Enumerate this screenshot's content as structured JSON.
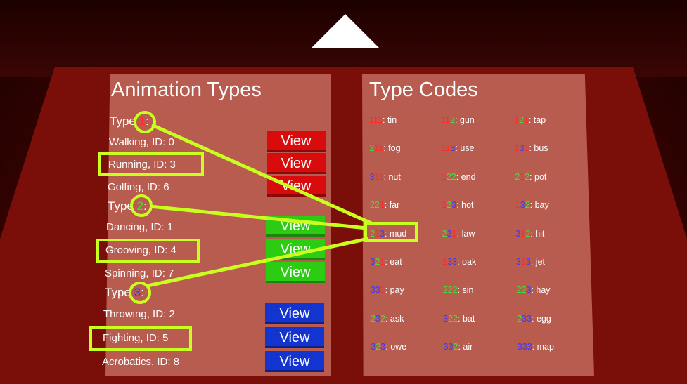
{
  "animation_panel": {
    "title": "Animation Types",
    "groups": [
      {
        "type_prefix": "Type ",
        "type_num": "1",
        "type_suffix": ":",
        "color": "red",
        "items": [
          {
            "label": "Walking, ID: 0",
            "button": "View"
          },
          {
            "label": "Running, ID: 3",
            "button": "View"
          },
          {
            "label": "Golfing, ID: 6",
            "button": "View"
          }
        ]
      },
      {
        "type_prefix": "Type ",
        "type_num": "2",
        "type_suffix": ":",
        "color": "green",
        "items": [
          {
            "label": "Dancing, ID: 1",
            "button": "View"
          },
          {
            "label": "Grooving, ID: 4",
            "button": "View"
          },
          {
            "label": "Spinning, ID: 7",
            "button": "View"
          }
        ]
      },
      {
        "type_prefix": "Type ",
        "type_num": "3",
        "type_suffix": ":",
        "color": "blue",
        "items": [
          {
            "label": "Throwing, ID: 2",
            "button": "View"
          },
          {
            "label": "Fighting, ID: 5",
            "button": "View"
          },
          {
            "label": "Acrobatics, ID: 8",
            "button": "View"
          }
        ]
      }
    ]
  },
  "codes_panel": {
    "title": "Type Codes",
    "codes": [
      {
        "digits": "111",
        "word": "tin"
      },
      {
        "digits": "112",
        "word": "gun"
      },
      {
        "digits": "121",
        "word": "tap"
      },
      {
        "digits": "211",
        "word": "fog"
      },
      {
        "digits": "113",
        "word": "use"
      },
      {
        "digits": "131",
        "word": "bus"
      },
      {
        "digits": "311",
        "word": "nut"
      },
      {
        "digits": "122",
        "word": "end"
      },
      {
        "digits": "212",
        "word": "pot"
      },
      {
        "digits": "221",
        "word": "far"
      },
      {
        "digits": "123",
        "word": "hot"
      },
      {
        "digits": "132",
        "word": "bay"
      },
      {
        "digits": "213",
        "word": "mud"
      },
      {
        "digits": "231",
        "word": "law"
      },
      {
        "digits": "312",
        "word": "hit"
      },
      {
        "digits": "321",
        "word": "eat"
      },
      {
        "digits": "133",
        "word": "oak"
      },
      {
        "digits": "313",
        "word": "jet"
      },
      {
        "digits": "331",
        "word": "pay"
      },
      {
        "digits": "222",
        "word": "sin"
      },
      {
        "digits": "223",
        "word": "hay"
      },
      {
        "digits": "232",
        "word": "ask"
      },
      {
        "digits": "322",
        "word": "bat"
      },
      {
        "digits": "233",
        "word": "egg"
      },
      {
        "digits": "323",
        "word": "owe"
      },
      {
        "digits": "332",
        "word": "air"
      },
      {
        "digits": "333",
        "word": "map"
      }
    ]
  },
  "colors": {
    "digit_1": "#ff2a2a",
    "digit_2": "#44e03a",
    "digit_3": "#3a3aff",
    "highlight": "#c8ff1e"
  }
}
